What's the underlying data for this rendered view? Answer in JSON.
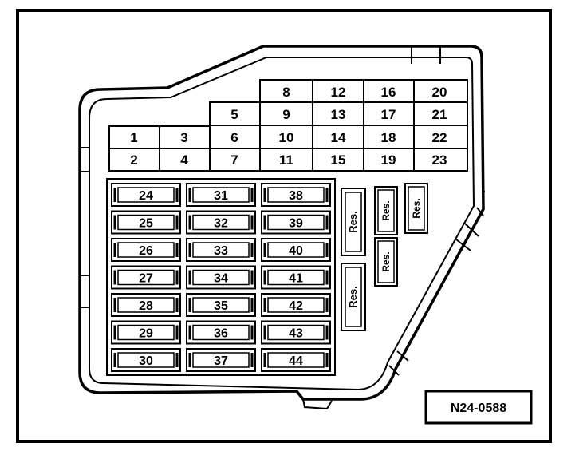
{
  "diagram": {
    "reference_code": "N24-0588",
    "top_grid": {
      "col1": [
        "1",
        "2"
      ],
      "col2": [
        "3",
        "4"
      ],
      "col3": [
        "5",
        "6",
        "7"
      ],
      "col4": [
        "8",
        "9",
        "10",
        "11"
      ],
      "col5": [
        "12",
        "13",
        "14",
        "15"
      ],
      "col6": [
        "16",
        "17",
        "18",
        "19"
      ],
      "col7": [
        "20",
        "21",
        "22",
        "23"
      ]
    },
    "blade_columns": [
      [
        "24",
        "25",
        "26",
        "27",
        "28",
        "29",
        "30"
      ],
      [
        "31",
        "32",
        "33",
        "34",
        "35",
        "36",
        "37"
      ],
      [
        "38",
        "39",
        "40",
        "41",
        "42",
        "43",
        "44"
      ]
    ],
    "reserve_label": "Res."
  }
}
